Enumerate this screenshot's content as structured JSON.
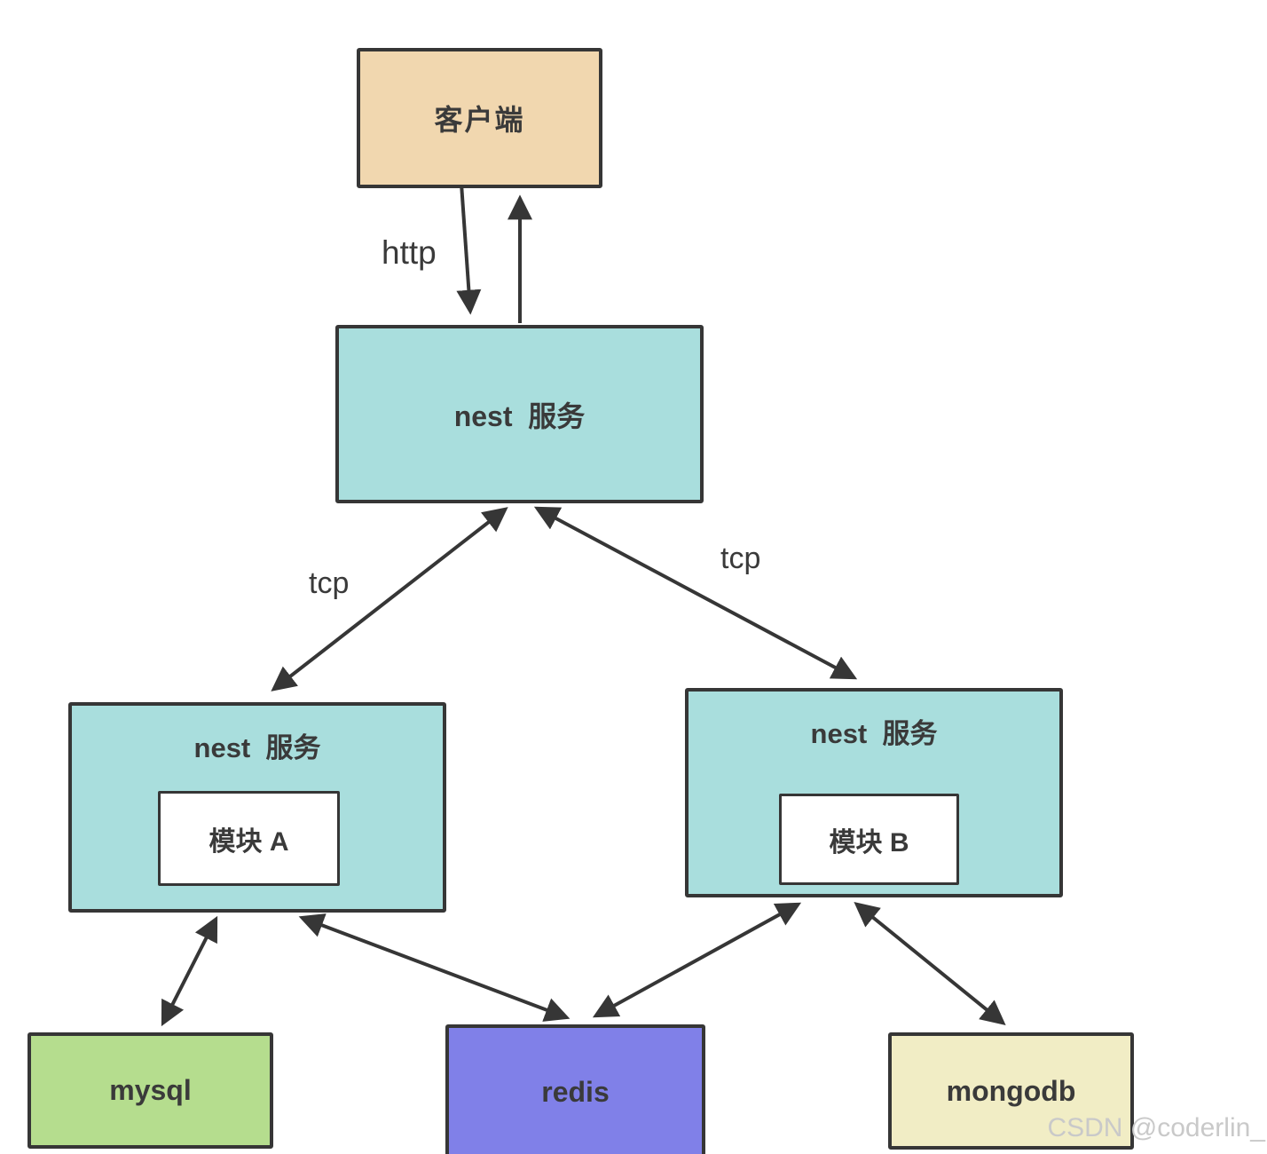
{
  "diagram": {
    "nodes": {
      "client": {
        "label": "客户端"
      },
      "gateway": {
        "label": "nest  服务"
      },
      "service_a": {
        "label": "nest  服务",
        "module": "模块 A"
      },
      "service_b": {
        "label": "nest  服务",
        "module": "模块 B"
      },
      "mysql": {
        "label": "mysql"
      },
      "redis": {
        "label": "redis"
      },
      "mongodb": {
        "label": "mongodb"
      }
    },
    "edges": {
      "http_label": "http",
      "tcp_left_label": "tcp",
      "tcp_right_label": "tcp"
    },
    "colors": {
      "client_fill": "#f1d7af",
      "service_fill": "#a9dedd",
      "module_fill": "#ffffff",
      "mysql_fill": "#b5dd8e",
      "redis_fill": "#8080e8",
      "mongodb_fill": "#f1edc5",
      "stroke": "#363636",
      "text": "#3a3a3a",
      "watermark": "#c9c9c9"
    },
    "watermark": "CSDN @coderlin_"
  }
}
